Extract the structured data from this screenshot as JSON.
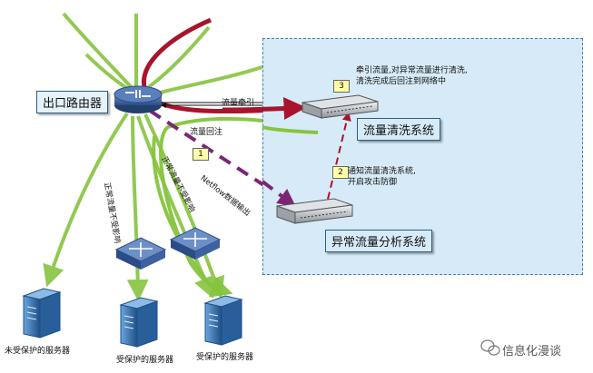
{
  "router": {
    "label": "出口路由器"
  },
  "cleaning": {
    "label": "流量清洗系统"
  },
  "analysis": {
    "label": "异常流量分析系统"
  },
  "flows": {
    "traction": "流量牵引",
    "reinject": "流量回注",
    "netflow": "Netflow数据输出",
    "normal_1": "正常流量不受影响",
    "normal_2": "正常流量不受影响"
  },
  "steps": {
    "one": {
      "number": "1"
    },
    "two": {
      "number": "2",
      "lines": [
        "通知流量清洗系统,",
        "开启攻击防御"
      ]
    },
    "three": {
      "number": "3",
      "lines": [
        "牵引流量,对异常流量进行清洗,",
        "清洗完成后回注到网络中"
      ]
    }
  },
  "servers": {
    "unprotected": "未受保护的服务器",
    "protected_1": "受保护的服务器",
    "protected_2": "受保护的服务器"
  },
  "watermark": "信息化漫谈",
  "colors": {
    "zone": "#d6ebf7",
    "green_flow": "#86c43f",
    "attack": "#a8142b",
    "netflow": "#7a2675",
    "server": "#2f6fb0"
  }
}
